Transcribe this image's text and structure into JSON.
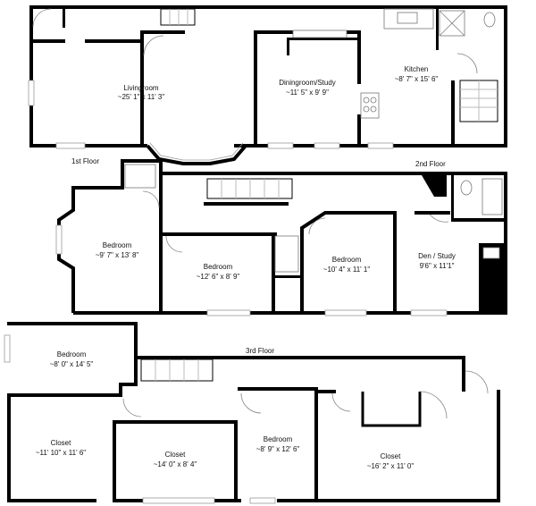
{
  "floors": {
    "first": {
      "label": "1st Floor"
    },
    "second": {
      "label": "2nd Floor"
    },
    "third": {
      "label": "3rd Floor"
    }
  },
  "rooms": {
    "living": {
      "name": "Livingroom",
      "dims": "~25' 1\" x 11' 3\""
    },
    "dining": {
      "name": "Diningroom/Study",
      "dims": "~11' 5\" x 9' 9\""
    },
    "kitchen": {
      "name": "Kitchen",
      "dims": "~8' 7\" x 15' 6\""
    },
    "bed2a": {
      "name": "Bedroom",
      "dims": "~9' 7\" x 13' 8\""
    },
    "bed2b": {
      "name": "Bedroom",
      "dims": "~12' 6\" x 8' 9\""
    },
    "bed2c": {
      "name": "Bedroom",
      "dims": "~10' 4\" x 11' 1\""
    },
    "den": {
      "name": "Den / Study",
      "dims": "9'6\" x 11'1\""
    },
    "bed3a": {
      "name": "Bedroom",
      "dims": "~8' 0\" x 14' 5\""
    },
    "closet3a": {
      "name": "Closet",
      "dims": "~11' 10\" x 11' 6\""
    },
    "closet3b": {
      "name": "Closet",
      "dims": "~14' 0\" x 8' 4\""
    },
    "bed3b": {
      "name": "Bedroom",
      "dims": "~8' 9\" x 12' 6\""
    },
    "closet3c": {
      "name": "Closet",
      "dims": "~16' 2\" x 11' 0\""
    }
  }
}
